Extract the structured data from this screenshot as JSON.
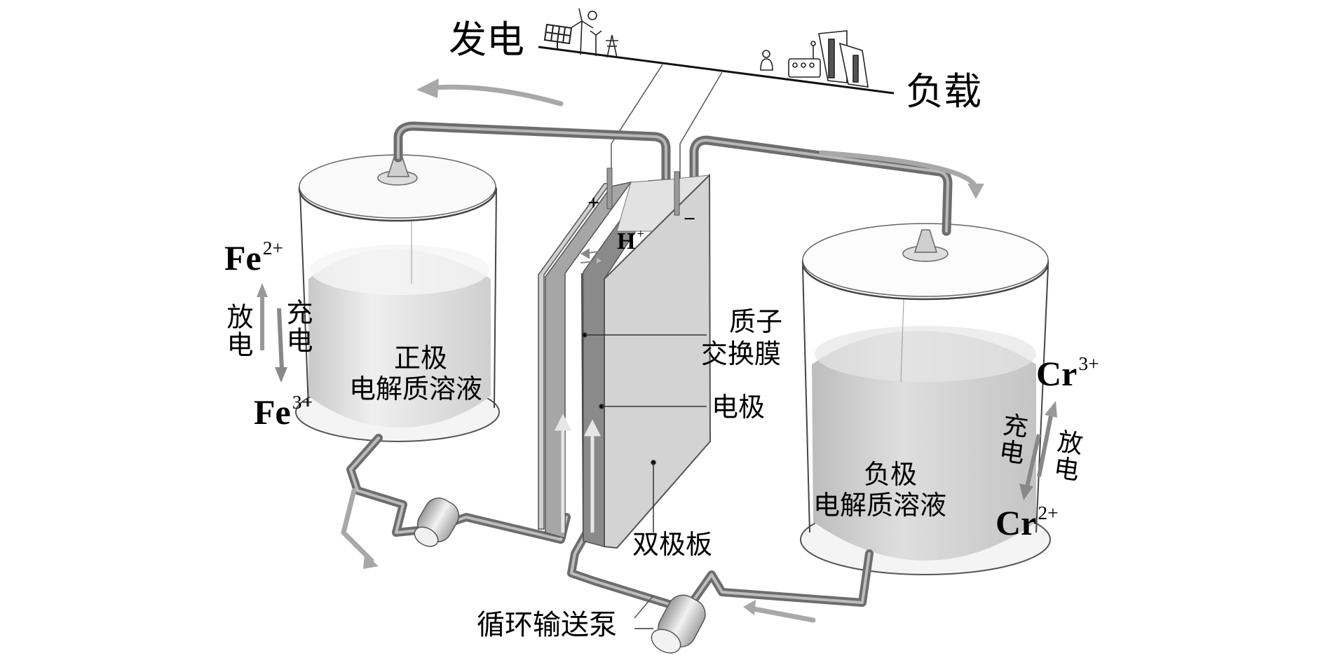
{
  "diagram": {
    "title": "Iron-Chromium Flow Battery Schematic",
    "grid_line": {
      "generation_label": "发电",
      "load_label": "负载"
    },
    "terminals": {
      "positive": "+",
      "negative": "−"
    },
    "ion_transport": {
      "symbol": "H",
      "charge": "+"
    },
    "positive_tank": {
      "label_line1": "正极",
      "label_line2": "电解质溶液",
      "reduced_ion": {
        "symbol": "Fe",
        "charge": "2+"
      },
      "oxidized_ion": {
        "symbol": "Fe",
        "charge": "3+"
      },
      "discharge_label": "放电",
      "charge_label": "充电"
    },
    "negative_tank": {
      "label_line1": "负极",
      "label_line2": "电解质溶液",
      "oxidized_ion": {
        "symbol": "Cr",
        "charge": "3+"
      },
      "reduced_ion": {
        "symbol": "Cr",
        "charge": "2+"
      },
      "charge_label": "充电",
      "discharge_label": "放电"
    },
    "cell_labels": {
      "membrane_line1": "质子",
      "membrane_line2": "交换膜",
      "electrode": "电极",
      "bipolar_plate": "双极板"
    },
    "pump_label": "循环输送泵",
    "colors": {
      "pipe": "#7d7d7d",
      "pipe_highlight": "#b5b5b5",
      "flow_arrow": "#a0a0a0",
      "liquid": "#d6d6d6",
      "tank_outline": "#555555",
      "cell_dark": "#8a8a8a",
      "cell_mid": "#a9a9a9",
      "cell_face": "#d2d2d2"
    }
  }
}
